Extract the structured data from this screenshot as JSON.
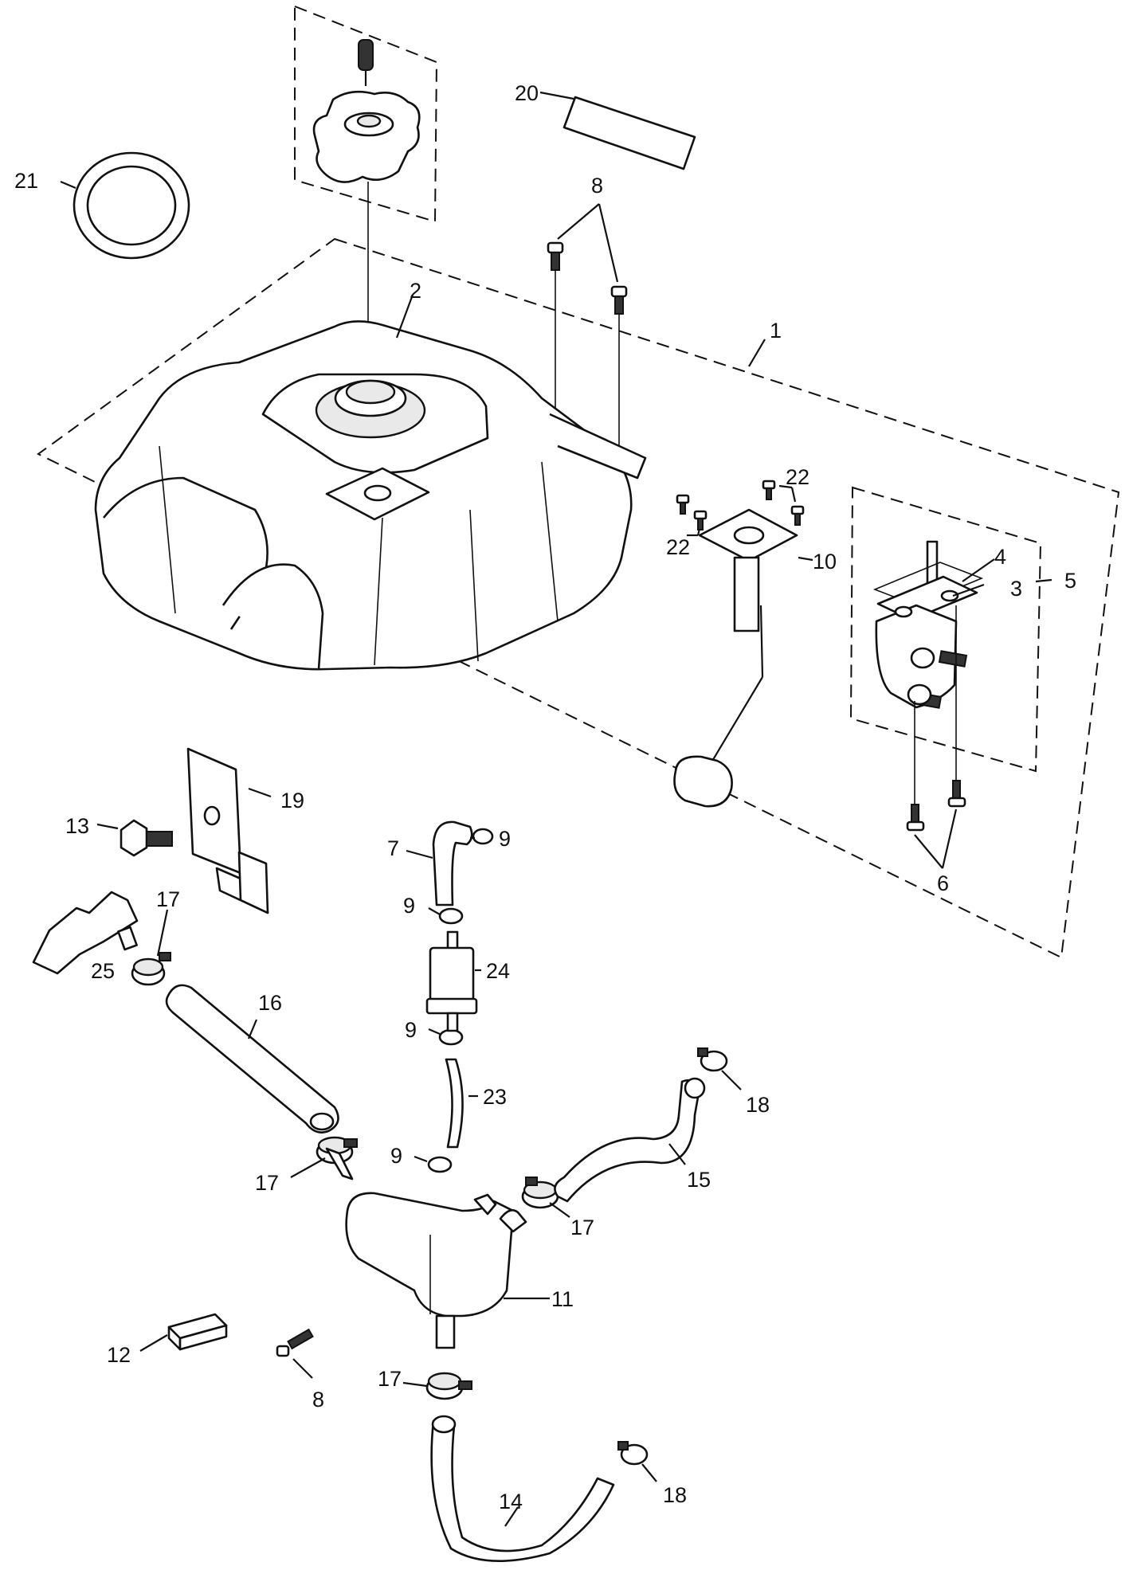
{
  "diagram": {
    "callouts": [
      {
        "id": "c1",
        "text": "1"
      },
      {
        "id": "c2",
        "text": "2"
      },
      {
        "id": "c3",
        "text": "3"
      },
      {
        "id": "c4",
        "text": "4"
      },
      {
        "id": "c5",
        "text": "5"
      },
      {
        "id": "c6",
        "text": "6"
      },
      {
        "id": "c7",
        "text": "7"
      },
      {
        "id": "c8a",
        "text": "8"
      },
      {
        "id": "c8b",
        "text": "8"
      },
      {
        "id": "c9a",
        "text": "9"
      },
      {
        "id": "c9b",
        "text": "9"
      },
      {
        "id": "c9c",
        "text": "9"
      },
      {
        "id": "c9d",
        "text": "9"
      },
      {
        "id": "c10",
        "text": "10"
      },
      {
        "id": "c11",
        "text": "11"
      },
      {
        "id": "c12",
        "text": "12"
      },
      {
        "id": "c13",
        "text": "13"
      },
      {
        "id": "c14",
        "text": "14"
      },
      {
        "id": "c15",
        "text": "15"
      },
      {
        "id": "c16",
        "text": "16"
      },
      {
        "id": "c17a",
        "text": "17"
      },
      {
        "id": "c17b",
        "text": "17"
      },
      {
        "id": "c17c",
        "text": "17"
      },
      {
        "id": "c17d",
        "text": "17"
      },
      {
        "id": "c18a",
        "text": "18"
      },
      {
        "id": "c18b",
        "text": "18"
      },
      {
        "id": "c19",
        "text": "19"
      },
      {
        "id": "c20",
        "text": "20"
      },
      {
        "id": "c21",
        "text": "21"
      },
      {
        "id": "c22a",
        "text": "22"
      },
      {
        "id": "c22b",
        "text": "22"
      },
      {
        "id": "c23",
        "text": "23"
      },
      {
        "id": "c24",
        "text": "24"
      },
      {
        "id": "c25",
        "text": "25"
      }
    ]
  }
}
